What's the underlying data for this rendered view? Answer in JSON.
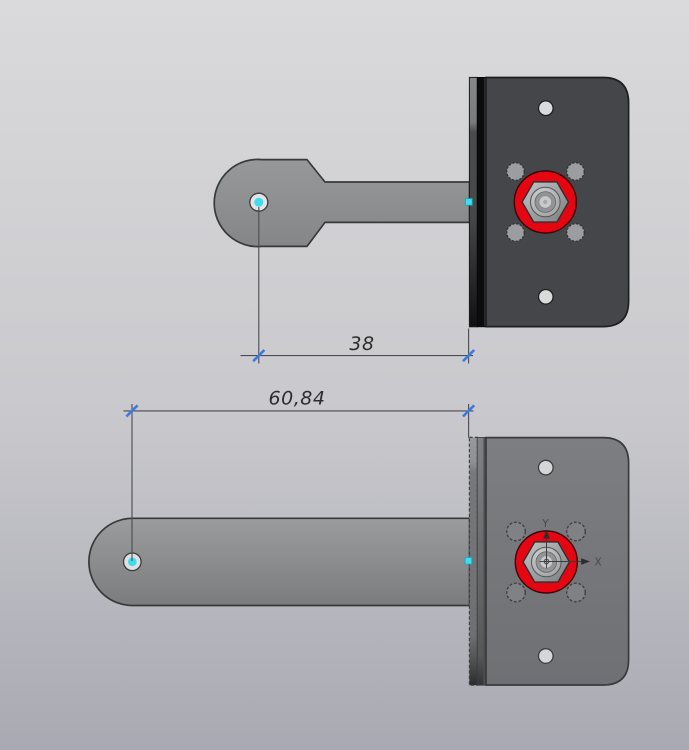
{
  "viewport": {
    "type": "cad-3d-viewport",
    "background_top": "#dadadc",
    "background_mid": "#c9c9cd",
    "background_bottom": "#a8a9b2"
  },
  "colors": {
    "highlight_red": "#e60611",
    "marker_cyan": "#3fdcef",
    "tick_blue": "#3a7ae0",
    "dimension_line": "#4b4c50",
    "plate_dark": "#454649",
    "plate_gray": "#76777a",
    "lever_gray": "#8f9092"
  },
  "dimensions": {
    "top": {
      "value": "38"
    },
    "bottom": {
      "value": "60,84"
    }
  },
  "triad": {
    "y_label": "Y",
    "x_label": "X"
  }
}
